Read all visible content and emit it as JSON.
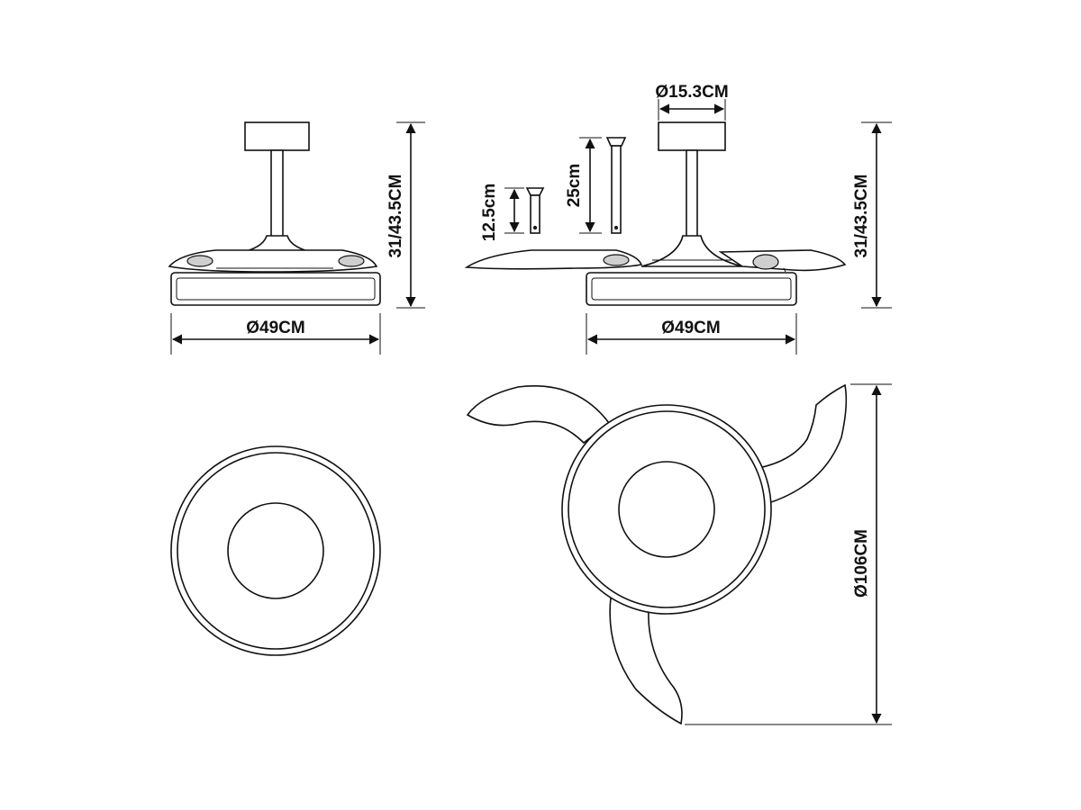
{
  "labels": {
    "closed_diameter": "Ø49CM",
    "closed_height": "31/43.5CM",
    "canopy_diameter": "Ø15.3CM",
    "rod_short": "12.5cm",
    "rod_long": "25cm",
    "open_diameter": "Ø49CM",
    "open_height": "31/43.5CM",
    "blade_span": "Ø106CM"
  },
  "colors": {
    "line": "#111111",
    "background": "#ffffff"
  }
}
